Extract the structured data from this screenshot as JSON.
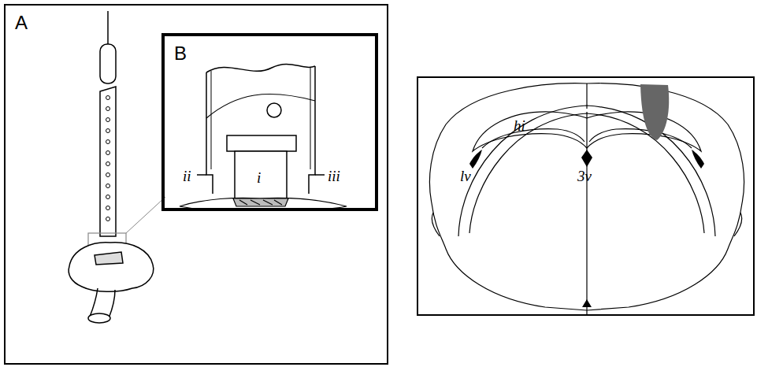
{
  "diagram": {
    "nodes": [
      {
        "text": [
          "A"
        ]
      },
      {
        "text": [
          "B"
        ],
        "in": 0
      }
    ],
    "labels": [
      "ii",
      "iii",
      "i",
      "hi",
      "lv",
      "3v"
    ]
  }
}
